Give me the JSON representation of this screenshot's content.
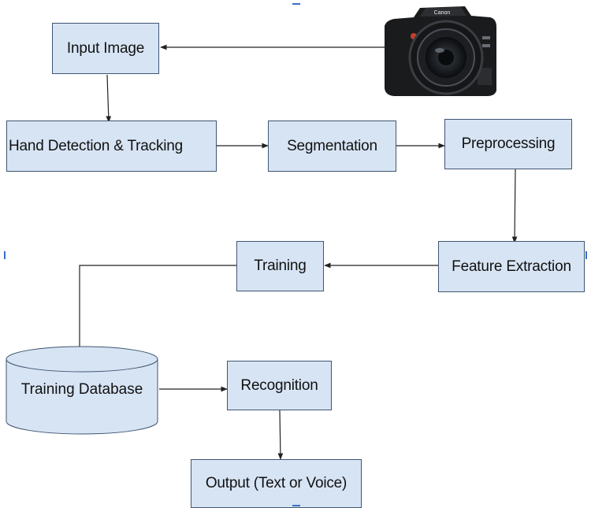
{
  "nodes": {
    "input_image": "Input Image",
    "hand_detection": "Hand Detection & Tracking",
    "segmentation": "Segmentation",
    "preprocessing": "Preprocessing",
    "feature_extraction": "Feature Extraction",
    "training": "Training",
    "training_database": "Training Database",
    "recognition": "Recognition",
    "output": "Output (Text or Voice)"
  },
  "camera": {
    "brand_text": "Canon"
  },
  "colors": {
    "box_fill": "#d7e4f4",
    "box_border": "#3f5670",
    "connector": "#222222",
    "selection_handle": "#3b6ec7"
  }
}
